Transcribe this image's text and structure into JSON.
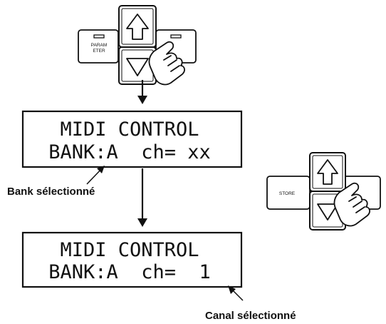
{
  "top_panel": {
    "left_button_label_line1": "PARAM",
    "left_button_label_line2": "ETER"
  },
  "display_1": {
    "line1": "MIDI CONTROL",
    "line2": "BANK:A  ch= xx"
  },
  "display_2": {
    "line1": "MIDI CONTROL",
    "line2": "BANK:A  ch=  1"
  },
  "right_panel": {
    "left_button_label": "STORE"
  },
  "annotations": {
    "bank": "Bank sélectionné",
    "channel": "Canal sélectionné"
  },
  "icons": [
    "up-arrow-icon",
    "down-arrow-icon",
    "pointing-hand-icon",
    "flow-arrow-icon",
    "led-indicator-icon"
  ]
}
